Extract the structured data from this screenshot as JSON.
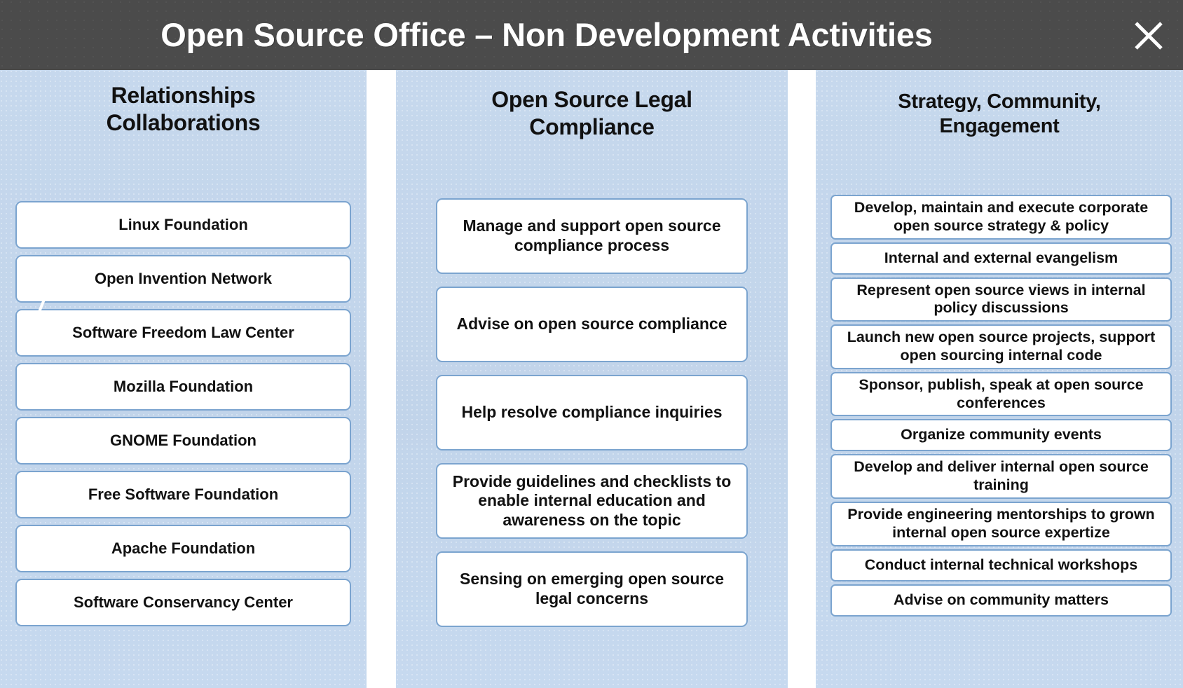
{
  "header": {
    "title": "Open Source Office – Non Development Activities",
    "close_icon": "close-icon",
    "background_color": "#4b4b4b",
    "text_color": "#ffffff"
  },
  "theme": {
    "panel_color": "#c3d6ec",
    "card_background": "#ffffff",
    "card_border_color": "#7ba4cf",
    "text_color": "#111111"
  },
  "columns": [
    {
      "id": "relationships-collaborations",
      "header_line_1": "Relationships",
      "header_line_2": "Collaborations",
      "items": [
        "Linux Foundation",
        "Open Invention Network",
        "Software Freedom Law Center",
        "Mozilla Foundation",
        "GNOME Foundation",
        "Free Software Foundation",
        "Apache Foundation",
        "Software Conservancy Center"
      ]
    },
    {
      "id": "open-source-legal-compliance",
      "header_line_1": "Open Source Legal",
      "header_line_2": "Compliance",
      "items": [
        "Manage and support open source compliance process",
        "Advise on open source compliance",
        "Help resolve compliance  inquiries",
        "Provide guidelines and checklists to enable internal education and awareness on the topic",
        "Sensing on emerging open source legal concerns"
      ]
    },
    {
      "id": "strategy-community-engagement",
      "header_line_1": "Strategy, Community,",
      "header_line_2": "Engagement",
      "items": [
        "Develop, maintain and execute corporate open source strategy & policy",
        "Internal and external evangelism",
        "Represent open source views in internal policy discussions",
        "Launch new open source projects, support open sourcing internal code",
        "Sponsor, publish, speak at open source conferences",
        "Organize community events",
        "Develop and deliver internal open source training",
        "Provide engineering mentorships to grown internal open source expertize",
        "Conduct internal technical workshops",
        "Advise on community matters"
      ]
    }
  ]
}
